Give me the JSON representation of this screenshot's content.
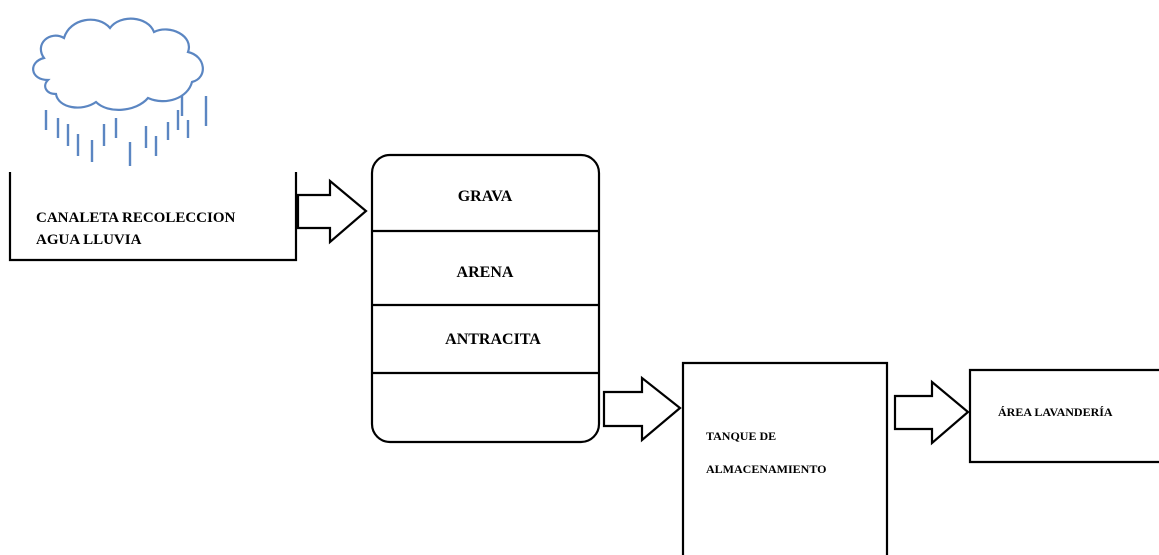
{
  "colors": {
    "cloud_stroke": "#5b86c2",
    "rain": "#5b86c2",
    "line": "#000000",
    "background": "#ffffff"
  },
  "diagram": {
    "source": {
      "icon": "rain-cloud-icon",
      "label_line1": "CANALETA RECOLECCION",
      "label_line2": "AGUA LLUVIA"
    },
    "filter_layers": [
      "GRAVA",
      "ARENA",
      "ANTRACITA",
      ""
    ],
    "tank": {
      "label_line1": "TANQUE DE",
      "label_line2": "ALMACENAMIENTO"
    },
    "destination": {
      "label": "ÁREA LAVANDERÍA"
    }
  }
}
